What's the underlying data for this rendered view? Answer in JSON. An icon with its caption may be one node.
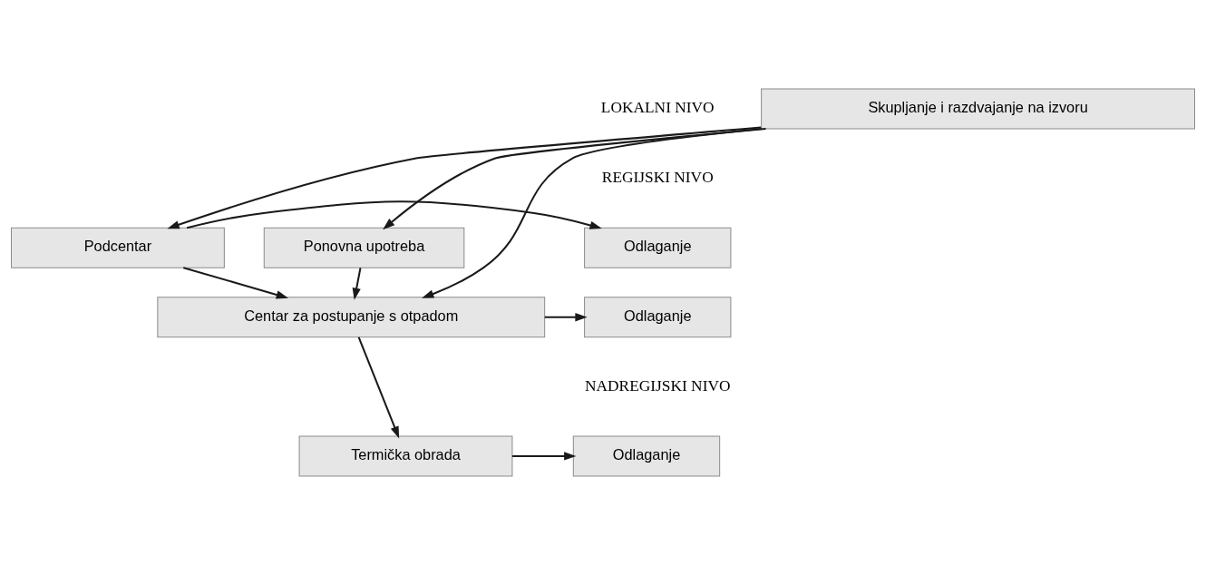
{
  "diagram": {
    "nodes": [
      {
        "text": [
          "Skupljanje i razdvajanje na izvoru"
        ]
      },
      {
        "text": [
          "Odlaganje"
        ]
      },
      {
        "text": [
          "Podcentar"
        ]
      },
      {
        "text": [
          "Ponovna upotreba"
        ]
      },
      {
        "text": [
          "Odlaganje"
        ]
      },
      {
        "text": [
          "Centar za postupanje s otpadom"
        ]
      },
      {
        "text": [
          "Odlaganje"
        ]
      },
      {
        "text": [
          "Termička obrada"
        ]
      }
    ],
    "edges": [
      {
        "from": 0,
        "to": 2,
        "arrow": "to"
      },
      {
        "from": 0,
        "to": 5,
        "arrow": "to"
      },
      {
        "from": 0,
        "to": 3,
        "arrow": "to"
      },
      {
        "from": 2,
        "to": 1,
        "arrow": "to"
      },
      {
        "from": 2,
        "to": 5,
        "arrow": "to"
      },
      {
        "from": 3,
        "to": 5,
        "arrow": "to"
      },
      {
        "from": 5,
        "to": 4,
        "arrow": "to"
      },
      {
        "from": 5,
        "to": 7,
        "arrow": "to"
      },
      {
        "from": 7,
        "to": 6,
        "arrow": "to"
      }
    ],
    "labels": [
      "LOKALNI NIVO",
      "REGIJSKI NIVO",
      "NADREGIJSKI NIVO"
    ]
  }
}
